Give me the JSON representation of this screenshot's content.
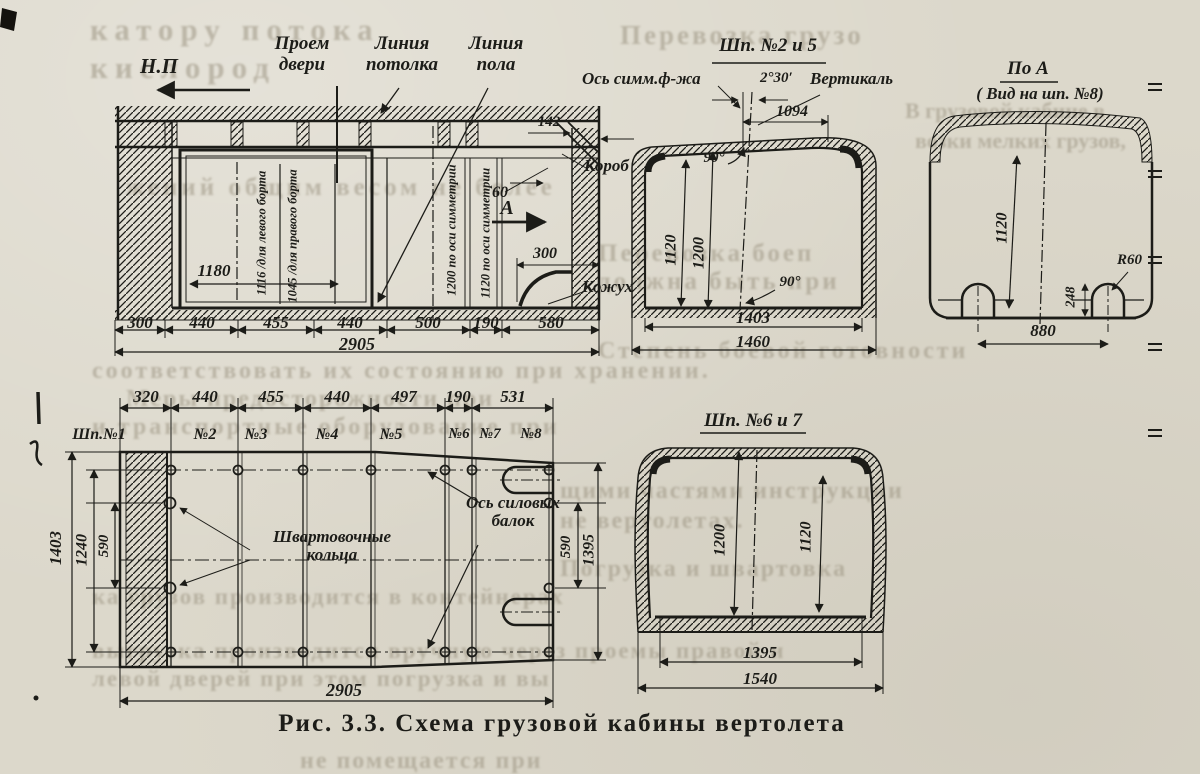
{
  "caption": "Рис. 3.3. Схема грузовой кабины вертолета",
  "elevation": {
    "np": "Н.П",
    "door": "Проем двери",
    "ceiling": "Линия потолка",
    "floor": "Линия пола",
    "dim1180": "1180",
    "rot1116": "1116 /для левого борта",
    "rot1045": "1045 /для правого борта",
    "rotSym1200": "1200 по оси симметрии",
    "rotSym1120": "1120 по оси симметрии",
    "dim142": "142",
    "dim60": "60",
    "viewMark": "А",
    "dim300": "300",
    "korob": "Короб",
    "kozhukh": "Кожух",
    "bottomDims": [
      "300",
      "440",
      "455",
      "440",
      "500",
      "190",
      "580"
    ],
    "total": "2905"
  },
  "section25": {
    "title": "Шп. №2 и 5",
    "axis": "Ось симм.ф-жа",
    "angle": "2°30′",
    "vertical": "Вертикаль",
    "dim1094": "1094",
    "angle90top": "90°",
    "angle90bottom": "90°",
    "dim1120": "1120",
    "dim1200": "1200",
    "dim1403": "1403",
    "dim1460": "1460"
  },
  "viewA": {
    "title": "По А",
    "subtitle": "( Вид на шп. №8)",
    "dim1120": "1120",
    "dim248": "248",
    "r60": "R60",
    "dim880": "880"
  },
  "plan": {
    "topDims": [
      "320",
      "440",
      "455",
      "440",
      "497",
      "190",
      "531"
    ],
    "frames": [
      "Шп.№1",
      "№2",
      "№3",
      "№4",
      "№5",
      "№6",
      "№7",
      "№8"
    ],
    "dim1403": "1403",
    "dim1240": "1240",
    "dim590left": "590",
    "dim590right": "590",
    "dim1395": "1395",
    "total": "2905",
    "mooringLabel": "Швартовочные кольца",
    "beamLabel": "Ось силовых балок"
  },
  "section67": {
    "title": "Шп. №6 и 7",
    "dim1200": "1200",
    "dim1120": "1120",
    "dim1395": "1395",
    "dim1540": "1540"
  },
  "bleed": {
    "lines": [
      "катору потока",
      "кислород",
      "Перевозка грузо",
      "В грузовой кабине в",
      "возки мелких грузов,",
      "жений общим весом не более",
      "Перевозка боеп",
      "должна быть при",
      "Степень боевой готовности",
      "соответствовать их состоянию при хранении.",
      "Меры предосторожности при",
      "и транспортные оборудование при",
      "щими частями инструкции",
      "не вертолетах.",
      "Погрузка и швартовка",
      "ка грузов производится в контейнерах",
      "выгрузка производится вручную через проемы правой и",
      "левой дверей при этом погрузка и вы",
      "не помещается при"
    ]
  },
  "colors": {
    "paper": "#dcd8cb",
    "ink": "#1c1c18",
    "bleedInk": "#978f7c"
  }
}
